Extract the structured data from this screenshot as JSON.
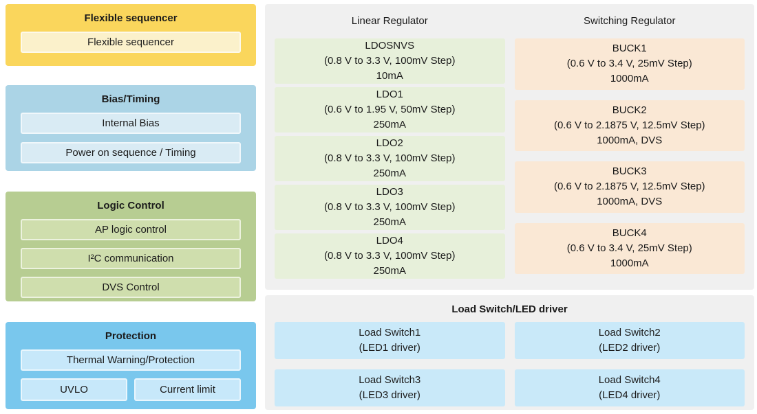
{
  "colors": {
    "yellow-block": "#FAD65C",
    "yellow-inner": "#FBF1CB",
    "bias-block": "#ABD4E6",
    "bias-inner": "#D9EBF4",
    "logic-block": "#B7CD92",
    "logic-inner": "#CFDEAD",
    "protection-block": "#79C7ED",
    "protection-inner": "#C7E8FA",
    "panel-bg": "#F0F0F0",
    "linear-box": "#E7F0DA",
    "switching-box": "#FAE8D5",
    "loadswitch-box": "#C9E9F9"
  },
  "left": {
    "flexible_sequencer": {
      "title": "Flexible sequencer",
      "items": [
        "Flexible sequencer"
      ]
    },
    "bias_timing": {
      "title": "Bias/Timing",
      "items": [
        "Internal Bias",
        "Power on sequence / Timing"
      ]
    },
    "logic_control": {
      "title": "Logic Control",
      "items": [
        "AP logic control",
        "I²C communication",
        "DVS Control"
      ]
    },
    "protection": {
      "title": "Protection",
      "items": [
        "Thermal Warning/Protection",
        "UVLO",
        "Current limit"
      ]
    }
  },
  "regulators": {
    "linear": {
      "title": "Linear Regulator",
      "items": [
        {
          "name": "LDOSNVS",
          "range": "(0.8 V to 3.3 V, 100mV Step)",
          "current": "10mA"
        },
        {
          "name": "LDO1",
          "range": "(0.6 V to 1.95 V, 50mV Step)",
          "current": "250mA"
        },
        {
          "name": "LDO2",
          "range": "(0.8 V to 3.3 V, 100mV Step)",
          "current": "250mA"
        },
        {
          "name": "LDO3",
          "range": "(0.8 V to 3.3 V, 100mV Step)",
          "current": "250mA"
        },
        {
          "name": "LDO4",
          "range": "(0.8 V to 3.3 V, 100mV Step)",
          "current": "250mA"
        }
      ]
    },
    "switching": {
      "title": "Switching Regulator",
      "items": [
        {
          "name": "BUCK1",
          "range": "(0.6 V to 3.4 V, 25mV Step)",
          "current": "1000mA"
        },
        {
          "name": "BUCK2",
          "range": "(0.6 V to 2.1875 V, 12.5mV Step)",
          "current": "1000mA, DVS"
        },
        {
          "name": "BUCK3",
          "range": "(0.6 V to 2.1875 V, 12.5mV Step)",
          "current": "1000mA, DVS"
        },
        {
          "name": "BUCK4",
          "range": "(0.6 V to 3.4 V, 25mV Step)",
          "current": "1000mA"
        }
      ]
    }
  },
  "load_switch": {
    "title": "Load Switch/LED driver",
    "items": [
      {
        "name": "Load Switch1",
        "sub": "(LED1 driver)"
      },
      {
        "name": "Load Switch2",
        "sub": "(LED2 driver)"
      },
      {
        "name": "Load Switch3",
        "sub": "(LED3 driver)"
      },
      {
        "name": "Load Switch4",
        "sub": "(LED4 driver)"
      }
    ]
  }
}
